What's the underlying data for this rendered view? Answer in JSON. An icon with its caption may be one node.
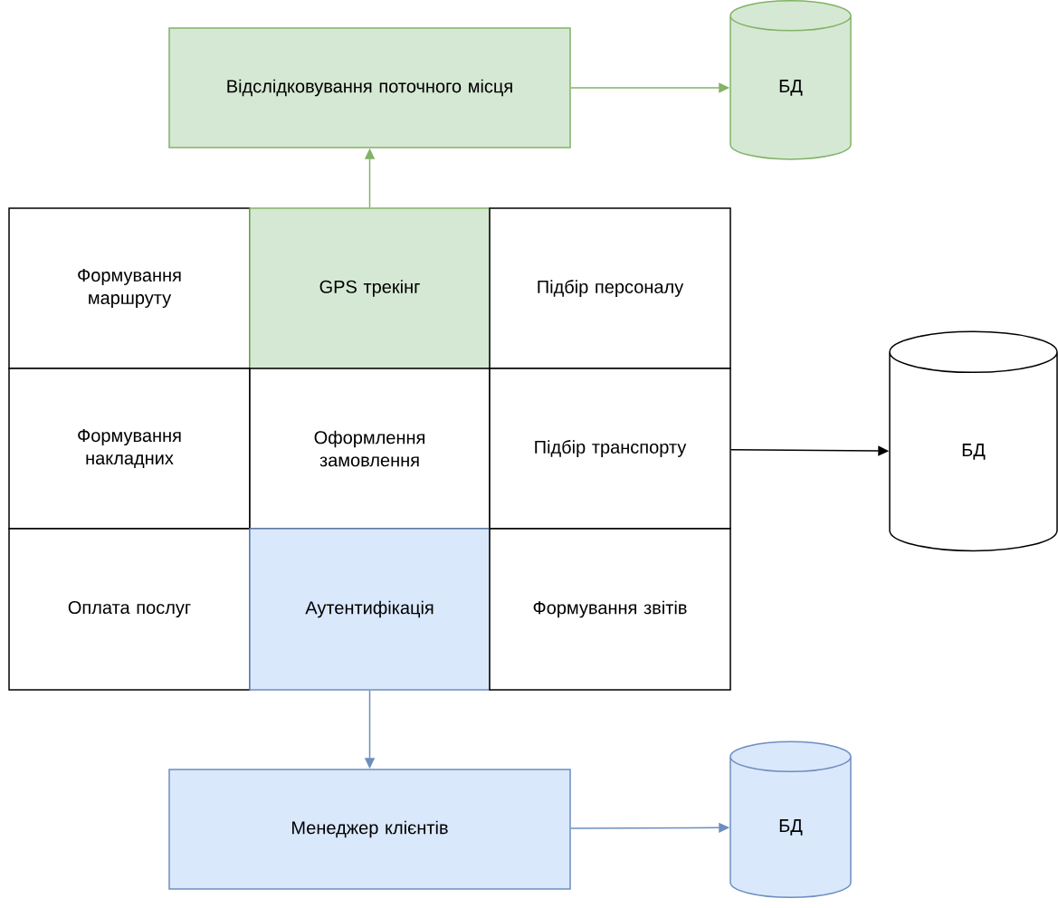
{
  "diagram": {
    "nodes": [
      {
        "text": [
          "Відслідковування поточного місця"
        ]
      },
      {
        "text": [
          "БД"
        ]
      },
      {
        "text": [
          "Формування маршруту"
        ]
      },
      {
        "text": [
          "GPS трекінг"
        ]
      },
      {
        "text": [
          "Підбір персоналу"
        ]
      },
      {
        "text": [
          "Формування накладних"
        ]
      },
      {
        "text": [
          "Оформлення замовлення"
        ]
      },
      {
        "text": [
          "Підбір транспорту"
        ]
      },
      {
        "text": [
          "БД"
        ]
      },
      {
        "text": [
          "Оплата послуг"
        ]
      },
      {
        "text": [
          "Аутентифікація"
        ]
      },
      {
        "text": [
          "Формування звітів"
        ]
      },
      {
        "text": [
          "Менеджер клієнтів"
        ]
      },
      {
        "text": [
          "БД"
        ]
      }
    ],
    "edges": [
      {
        "from": 3,
        "to": 0,
        "arrow": "to",
        "color": "#82b366"
      },
      {
        "from": 0,
        "to": 1,
        "arrow": "to",
        "color": "#82b366"
      },
      {
        "from": 7,
        "to": 8,
        "arrow": "to",
        "color": "#000000"
      },
      {
        "from": 10,
        "to": 12,
        "arrow": "to",
        "color": "#6c8ebf"
      },
      {
        "from": 12,
        "to": 13,
        "arrow": "to",
        "color": "#6c8ebf"
      }
    ]
  }
}
